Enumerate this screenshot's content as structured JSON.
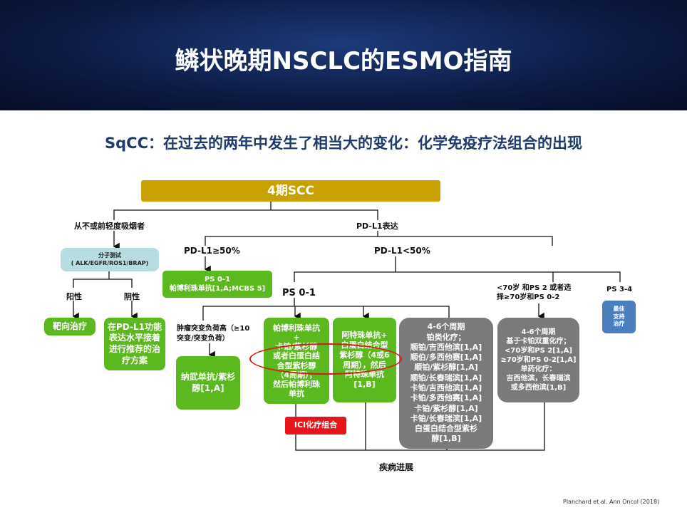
{
  "header": {
    "title": "鳞状晚期NSCLC的ESMO指南"
  },
  "subtitle": "SqCC：在过去的两年中发生了相当大的变化：化学免疫疗法组合的出现",
  "flow": {
    "root": "4期SCC",
    "never_smoker": "从不或前轻度吸烟者",
    "pdl1_expr": "PD-L1表达",
    "mol_test": [
      "分子测试",
      "( ALK/EGFR/ROS1/BRAP)"
    ],
    "positive": "阳性",
    "negative": "阴性",
    "targeted": "靶向治疗",
    "neg_box": [
      "在PD-L1功能",
      "表达水平接着",
      "进行推荐的治",
      "疗方案"
    ],
    "pdl1_high": "PD-L1≥50%",
    "pdl1_high_box": [
      "PS 0-1",
      "帕博利珠单抗[1,A;MCBS 5]"
    ],
    "pdl1_low": "PD-L1<50%",
    "ps01": "PS 0-1",
    "tmb": [
      "肿瘤突变负荷高（≥10",
      "突变/突变负荷）"
    ],
    "nivo_box": [
      "纳武单抗/紫杉",
      "醇[1,A]"
    ],
    "pembro_box": [
      "帕博利珠单抗",
      "+",
      "卡铂/紫杉醇",
      "或者白蛋白结",
      "合型紫杉醇",
      "（4周期），",
      "然后帕博利珠",
      "单抗"
    ],
    "atezo_box": [
      "阿特珠单抗+",
      "白蛋白结合型",
      "紫杉醇（4或6",
      "周期），然后",
      "阿特珠单抗",
      "[1,B]"
    ],
    "chemo_box": [
      "4-6个周期",
      "铂类化疗；",
      "顺铂/吉西他滨[1,A]",
      "顺伯/多西他赛[1,A]",
      "顺铂/紫杉醇[1,A]",
      "顺铂/长春瑞滨[1,A]",
      "卡铂/吉西他滨[1,A]",
      "卡铂/多西他赛[1,A]",
      "卡铂/紫杉醇[1,A]",
      "卡铂/长春瑞滨[1,A]",
      "白蛋白结合型紫杉",
      "醇[1,B]"
    ],
    "elderly": [
      "<70岁 和PS 2 或者选",
      "择≥70岁和PS 0-2"
    ],
    "elderly_box": [
      "4-6个周期",
      "基于卡铂双重化疗；",
      "<70岁和PS 2[1,A]",
      "≥70岁和PS 0-2[1,A]",
      "单药化疗：",
      "吉西他滨，长春瑞滨",
      "或多西他滨[1,B]"
    ],
    "ps34": "PS 3-4",
    "bsc_box": [
      "最佳",
      "支持",
      "治疗"
    ],
    "ici": "ICI化疗组合",
    "progression": "疾病进展"
  },
  "citation": "Planchard et al. Ann Oncol (2018)",
  "colors": {
    "gold": "#c9a100",
    "green": "#5cb81f",
    "grey": "#7a7a7a",
    "blue": "#4a7ebf",
    "red": "#e8141c"
  }
}
